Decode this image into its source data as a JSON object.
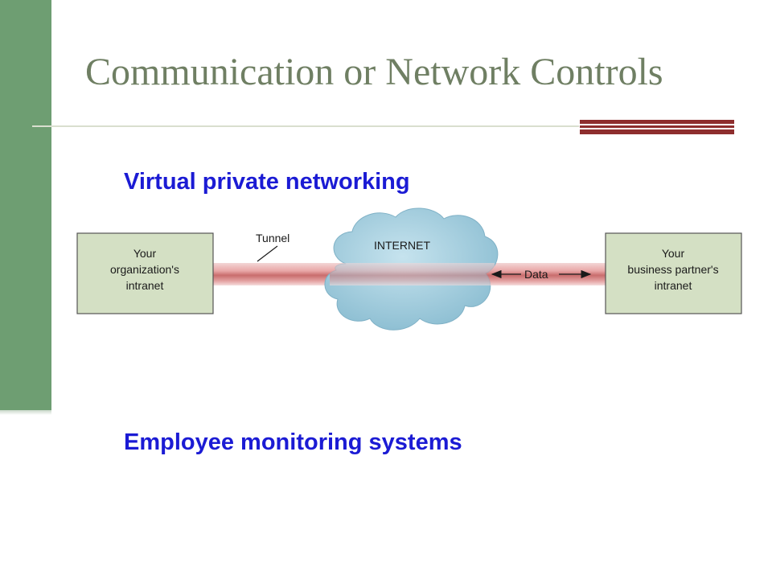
{
  "slide": {
    "title": "Communication or Network Controls",
    "heading_vpn": "Virtual private networking",
    "heading_employee": "Employee monitoring systems"
  },
  "diagram": {
    "left_box": [
      "Your",
      "organization's",
      "intranet"
    ],
    "right_box": [
      "Your",
      "business partner's",
      "intranet"
    ],
    "cloud_label": "INTERNET",
    "tunnel_label": "Tunnel",
    "data_label": "Data"
  },
  "colors": {
    "side_bar": "#6e9e72",
    "title": "#6f7f63",
    "accent": "#8e2e2e",
    "heading": "#1b1bd4",
    "box_fill": "#d4e0c4",
    "tunnel": "#d98c8c",
    "cloud": "#9cc9d9"
  }
}
